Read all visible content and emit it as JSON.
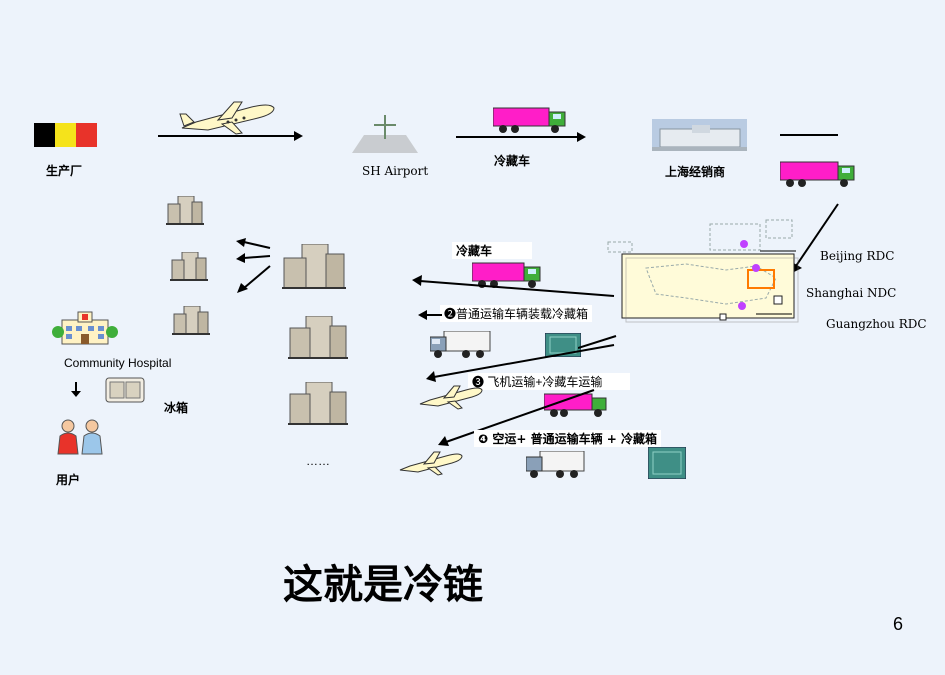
{
  "labels": {
    "factory": "生产厂",
    "airport": "SH Airport",
    "reefer_top": "冷藏车",
    "distributor": "上海经销商",
    "reefer_mid": "冷藏车",
    "beijing": "Beijing RDC",
    "shanghai": "Shanghai NDC",
    "guangzhou": "Guangzhou RDC",
    "route2": "❷普通运输车辆装载冷藏箱",
    "route3": "❸ 飞机运输+冷藏车运输",
    "route4": "❹ 空运+ 普通运输车辆 + 冷藏箱",
    "hospital": "Community Hospital",
    "fridge": "冰箱",
    "user": "用户",
    "ellipsis": "……",
    "title": "这就是冷链",
    "page_number": "6"
  },
  "colors": {
    "flag_black": "#000000",
    "flag_yellow": "#f5e31b",
    "flag_red": "#e8332a",
    "truck_magenta": "#ff1ec8",
    "cab_green": "#3fae3a",
    "box_teal": "#3f8f86",
    "map_fill": "#fffbd9",
    "highlight_orange": "#ff7a00"
  }
}
